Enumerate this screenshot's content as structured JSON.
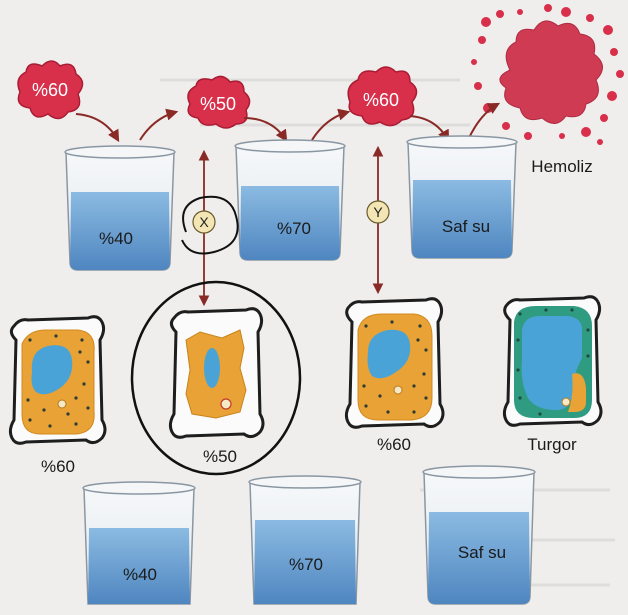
{
  "top_row": {
    "rbc_1": "%60",
    "rbc_2": "%50",
    "rbc_3": "%60",
    "hemoliz": "Hemoliz",
    "beaker_1": "%40",
    "beaker_2": "%70",
    "beaker_3": "Saf su",
    "marker_x": "X",
    "marker_y": "Y"
  },
  "cells": {
    "cell_1": "%60",
    "cell_2": "%50",
    "cell_3": "%60",
    "cell_4": "Turgor"
  },
  "bottom_row": {
    "beaker_1": "%40",
    "beaker_2": "%70",
    "beaker_3": "Saf su"
  },
  "colors": {
    "blood_red": "#d8304b",
    "water_blue": "#6b9fd0",
    "cytoplasm_orange": "#e8a236",
    "nucleus_blue": "#4aa3d6",
    "turgor_green": "#2f9c82"
  }
}
